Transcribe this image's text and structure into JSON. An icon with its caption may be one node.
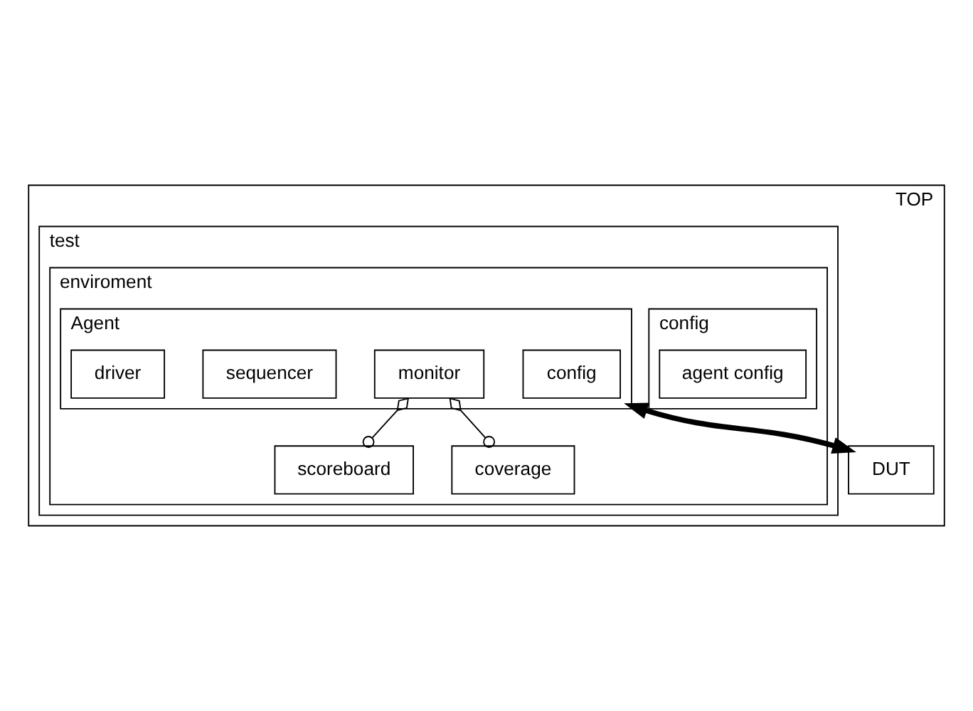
{
  "diagram": {
    "nodes": [
      {
        "text": [
          "TOP"
        ]
      },
      {
        "text": [
          "test"
        ],
        "in": 0
      },
      {
        "text": [
          "enviroment"
        ],
        "in": 1
      },
      {
        "text": [
          "scoreboard"
        ],
        "in": 2
      },
      {
        "text": [
          "coverage"
        ],
        "in": 2
      },
      {
        "text": [
          "config"
        ],
        "in": 2
      },
      {
        "text": [
          "agent config"
        ],
        "in": 5
      },
      {
        "text": [
          "Agent"
        ],
        "in": 2
      },
      {
        "text": [
          "config"
        ],
        "in": 7
      },
      {
        "text": [
          "monitor"
        ],
        "in": 7
      },
      {
        "text": [
          "sequencer"
        ],
        "in": 7
      },
      {
        "text": [
          "driver"
        ],
        "in": 7
      },
      {
        "text": [
          "DUT"
        ],
        "in": 0
      }
    ],
    "edges": [
      {
        "from": 9,
        "to": 3,
        "arrow": "other"
      },
      {
        "from": 9,
        "to": 4,
        "arrow": "other"
      },
      {
        "from": 7,
        "to": 12,
        "arrow": "both",
        "style": "thick"
      }
    ]
  }
}
